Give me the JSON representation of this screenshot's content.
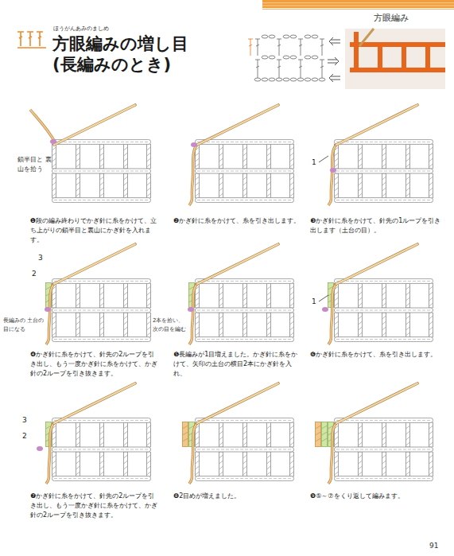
{
  "diagram": {
    "title": "方眼編みの増し目 (長編みのとき)",
    "labels": [
      "方眼編み",
      "ほうがんあみのましめ",
      "鎖半目と 裏山を拾う",
      "❶段の編み終わりでかぎ針に糸をかけて、立ち上がりの鎖半目と裏山にかぎ針を入れます。",
      "❷かぎ針に糸をかけて、糸を引き出します。",
      "1",
      "❸かぎ針に糸をかけて、針先の1ループを引き出します（土台の目）。",
      "3",
      "2",
      "長編みの 土台の目になる",
      "2本を拾い、 次の目を編む",
      "1",
      "❹かぎ針に糸をかけて、針先の2ループを引き出し、もう一度かぎ針に糸をかけて、かぎ針の2ループを引き抜きます。",
      "❺長編みが1目増えました。かぎ針に糸をかけて、矢印の土台の横目2本にかぎ針を入れ、",
      "❻かぎ針に糸をかけて、糸を引き出します。",
      "3",
      "2",
      "❼かぎ針に糸をかけて、針先の2ループを引き出し、もう一度かぎ針に糸をかけて、かぎ針の2ループを引き抜きます。",
      "❽2目めが増えました。",
      "❾⑤～⑦をくり返して編みます。",
      "91"
    ]
  }
}
